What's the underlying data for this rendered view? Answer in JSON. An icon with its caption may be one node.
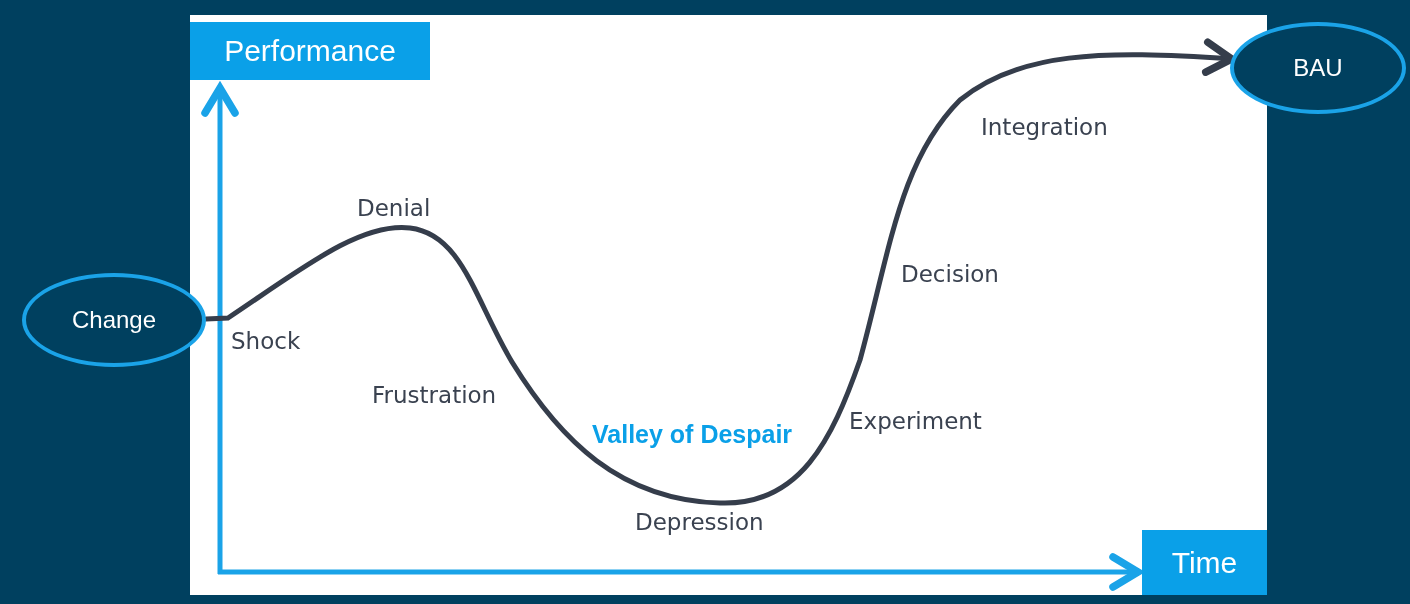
{
  "diagram": {
    "nodes": [
      {
        "text": [
          "Change"
        ]
      },
      {
        "text": [
          "BAU"
        ]
      }
    ],
    "edges": [
      {
        "from": 0,
        "to": 1,
        "arrow": "to"
      }
    ],
    "labels": [
      "Performance",
      "Denial",
      "Integration",
      "Decision",
      "Shock",
      "Frustration",
      "Valley of Despair",
      "Experiment",
      "Depression",
      "Time"
    ]
  }
}
